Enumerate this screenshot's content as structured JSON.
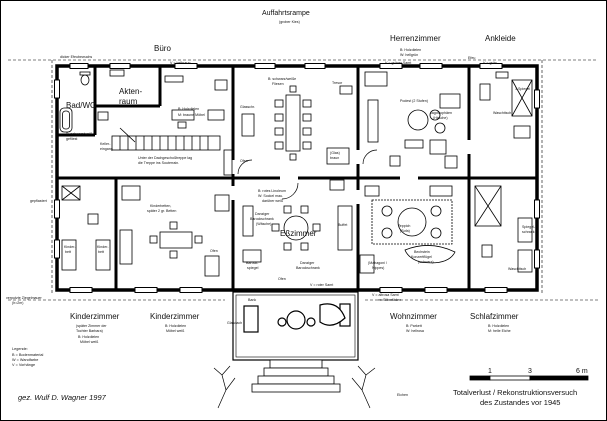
{
  "header": {
    "title": "Auffahrtsrampe",
    "subtitle": "(grober Kies)"
  },
  "rooms": {
    "buero": "Büro",
    "herrenzimmer": "Herrenzimmer",
    "ankleide": "Ankleide",
    "bad_wc": "Bad/WC",
    "aktenraum_1": "Akten-",
    "aktenraum_2": "raum",
    "esszimmer": "Eßzimmer",
    "kinderzimmer_left": "Kinderzimmer",
    "kinderzimmer_mid": "Kinderzimmer",
    "wohnzimmer": "Wohnzimmer",
    "schlafzimmer": "Schlafzimmer"
  },
  "notes": {
    "buero_floor": "V = helbraun",
    "herren_floor": "V = grüner Samt",
    "herren_b": "B: Holzdielen",
    "herren_w": "W: hellgrün",
    "ankleide_floor": "V = grün",
    "ankleide_spiegel": "1 Spiegel",
    "bad_b": "B: schwarz/weiß",
    "bad_g": "gefliest",
    "akten_b": "B: Holzdielen",
    "akten_m": "M: braune Möbel",
    "keller_1": "Keller-",
    "keller_2": "eingang",
    "treppe_1": "Unter der Dachgeschoßtreppe lag",
    "treppe_2": "die Treppe ins Souterrain.",
    "ess_fliesen_1": "B: schwarz/weiße",
    "ess_fliesen_2": "Fliesen",
    "tresor": "Tresor",
    "glasschrank": "Glasschr.",
    "glas_1": "(Glas)",
    "glas_2": "braun",
    "schrank": "Schrank",
    "ofen": "Ofen",
    "podest": "Podest (2 Stufen)",
    "jagd_1": "Jagdtrophäen",
    "jagd_2": "(Hirsche)",
    "waschtisch_left": "Waschtisch",
    "waschtisch_right": "Waschtisch",
    "kleiderschrank": "Kleiderschrank",
    "kinder_b": "Kinderbetten,",
    "kinder_b2": "später 2 gr. Betten",
    "ess_b": "B: rotes Linoleum",
    "ess_w": "W: Sockel mau.",
    "ess_w2": "darüber weiß",
    "buffet": "Buffet",
    "danziger_1": "Danziger",
    "danziger_2": "Barockschrank",
    "danziger_3": "(Wäsche)",
    "danziger_4": "Danziger",
    "danziger_5": "Barockschrank",
    "barock_sp": "Barock-",
    "barock_sp2": "spiegel",
    "teppich": "Teppich",
    "sofa": "(Sofa)",
    "fluegel_1": "Bechstein",
    "fluegel_2": "Konzertflügel",
    "fluegel_3": "(schwarz)",
    "mahagoni_1": "(Mahagoni /",
    "mahagoni_2": "Nippes)",
    "kinder_left_b1": "Kinder-",
    "kinder_left_b2": "bett",
    "kinder_left_c": "Kinder-",
    "kinder_left_c2": "bett",
    "ofen2": "Ofen",
    "ofen3": "Ofen",
    "v_rot": "V = roter Samt",
    "wohn_v": "V = altrosa Samt",
    "wohn_m": "m: Silberfäden",
    "bank": "Bank",
    "eichen": "Eichen",
    "glasdach": "Glasdach",
    "dicker": "dicker Efeubewuchs",
    "efeu": "Efeu",
    "gepflastert": "gepflastert",
    "zieg_1": "verputzte Ziegelmauer",
    "zieg_2": "(h=2m)",
    "kinder1_note_1": "(später Zimmer der",
    "kinder1_note_2": "Tochter Barbara)",
    "kinder1_note_3": "B: Holzdielen",
    "kinder1_note_4": "Möbel weiß",
    "kinder2_note_1": "B: Holzdielen",
    "kinder2_note_2": "Möbel weiß",
    "wohn_note_1": "B: Parkett",
    "wohn_note_2": "W: hellrosa",
    "schlaf_note_1": "B: Holzdielen",
    "schlaf_note_2": "M: helle Eiche",
    "spiegel": "Spiegel-",
    "spiegel2": "schrank"
  },
  "legend": {
    "b": "B = Bodenmaterial",
    "w": "W = Wandfarbe",
    "v": "V = Vorhänge",
    "title": "Legende:"
  },
  "signature": "gez. Wulf D. Wagner 1997",
  "footer_1": "Totalverlust / Rekonstruktionsversuch",
  "footer_2": "des Zustandes vor 1945",
  "scale": {
    "labels": [
      "1",
      "3",
      "6 m"
    ]
  }
}
